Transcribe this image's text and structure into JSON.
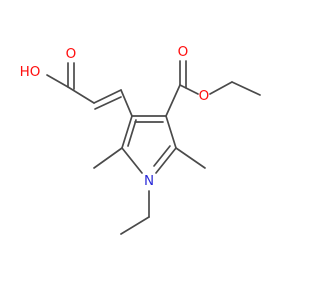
{
  "structure": {
    "colors": {
      "bond": "#4a4a4a",
      "oxygen": "#ff0d0d",
      "nitrogen": "#2a2ad8",
      "background": "#ffffff"
    },
    "labels": {
      "hydroxyl": "HO",
      "acid_carbonyl_oxygen": "O",
      "ester_carbonyl_oxygen": "O",
      "ester_oxygen": "O",
      "ring_nitrogen": "N"
    }
  }
}
